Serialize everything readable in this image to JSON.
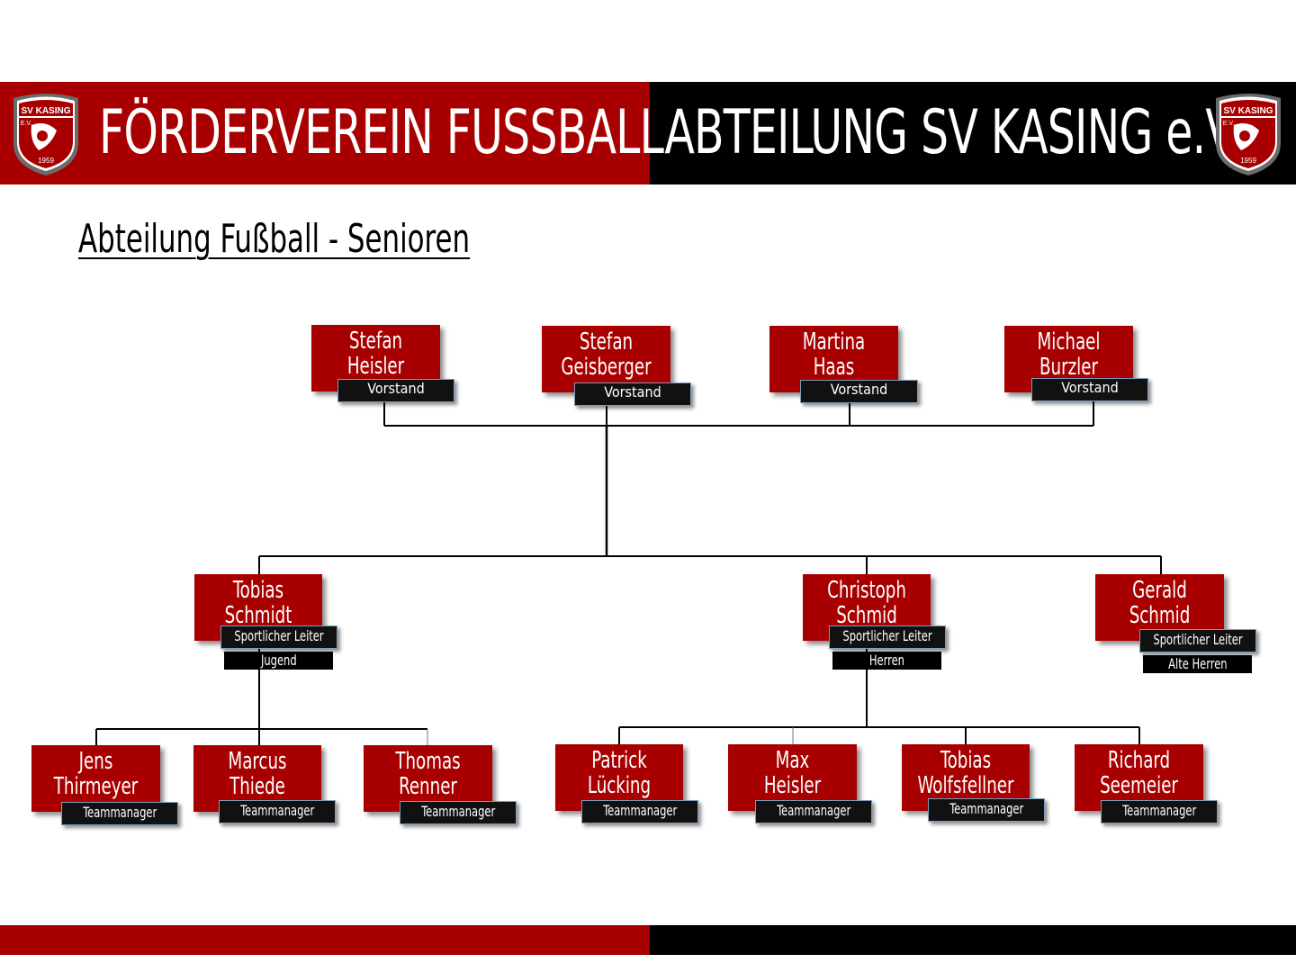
{
  "header": {
    "title": "FÖRDERVEREIN FUSSBALLABTEILUNG SV KASING e.V.",
    "logo": {
      "top_text": "SV KASING",
      "left_text": "E.V.",
      "year": "1959"
    }
  },
  "section_title": "Abteilung Fußball - Senioren",
  "colors": {
    "brand_red": "#a80000",
    "black": "#000000",
    "white": "#ffffff"
  },
  "vorstand": [
    {
      "name": "Stefan\nHeisler",
      "role": "Vorstand"
    },
    {
      "name": "Stefan\nGeisberger",
      "role": "Vorstand"
    },
    {
      "name": "Martina\nHaas",
      "role": "Vorstand"
    },
    {
      "name": "Michael\nBurzler",
      "role": "Vorstand"
    }
  ],
  "leiter": [
    {
      "name": "Tobias\nSchmidt",
      "role": "Sportlicher Leiter",
      "team": "Jugend"
    },
    {
      "name": "Christoph\nSchmid",
      "role": "Sportlicher Leiter",
      "team": "Herren"
    },
    {
      "name": "Gerald\nSchmid",
      "role": "Sportlicher Leiter",
      "team": "Alte Herren"
    }
  ],
  "teammanager": [
    {
      "name": "Jens\nThirmeyer",
      "role": "Teammanager"
    },
    {
      "name": "Marcus\nThiede",
      "role": "Teammanager"
    },
    {
      "name": "Thomas\nRenner",
      "role": "Teammanager"
    },
    {
      "name": "Patrick\nLücking",
      "role": "Teammanager"
    },
    {
      "name": "Max\nHeisler",
      "role": "Teammanager"
    },
    {
      "name": "Tobias\nWolfsfellner",
      "role": "Teammanager"
    },
    {
      "name": "Richard\nSeemeier",
      "role": "Teammanager"
    }
  ]
}
